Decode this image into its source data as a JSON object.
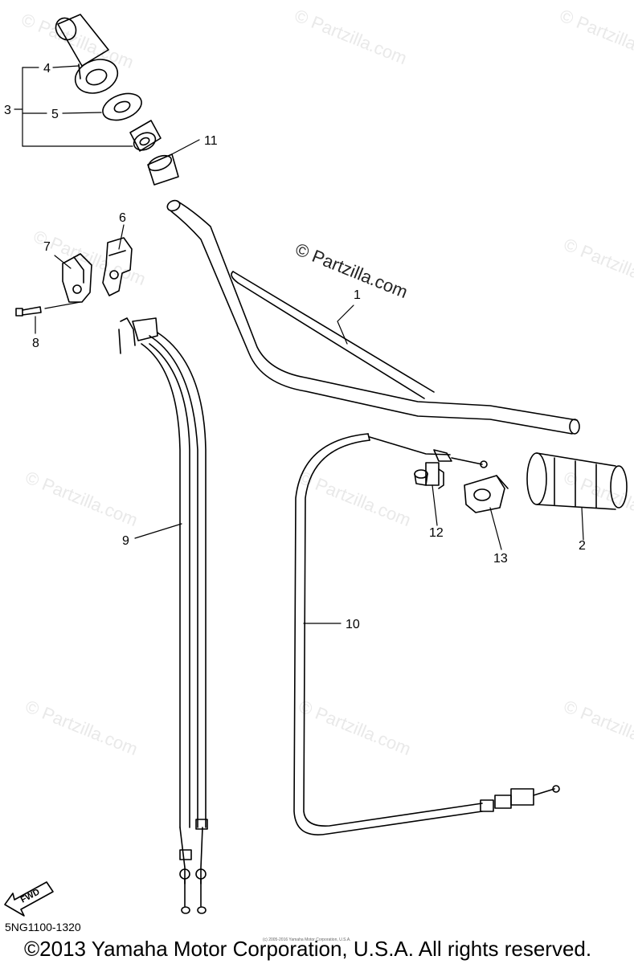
{
  "watermark": "© Partzilla.com",
  "fwd_label": "FWD",
  "callouts": [
    "1",
    "2",
    "3",
    "4",
    "5",
    "6",
    "7",
    "8",
    "9",
    "10",
    "11",
    "12",
    "13"
  ],
  "part_code": "5NG1100-1320",
  "copyright": "©2013 Yamaha Motor Corporation, U.S.A. All rights reserved.",
  "fine_print": "(c) 2005-2016 Yamaha Motor Corporation, U.S.A."
}
